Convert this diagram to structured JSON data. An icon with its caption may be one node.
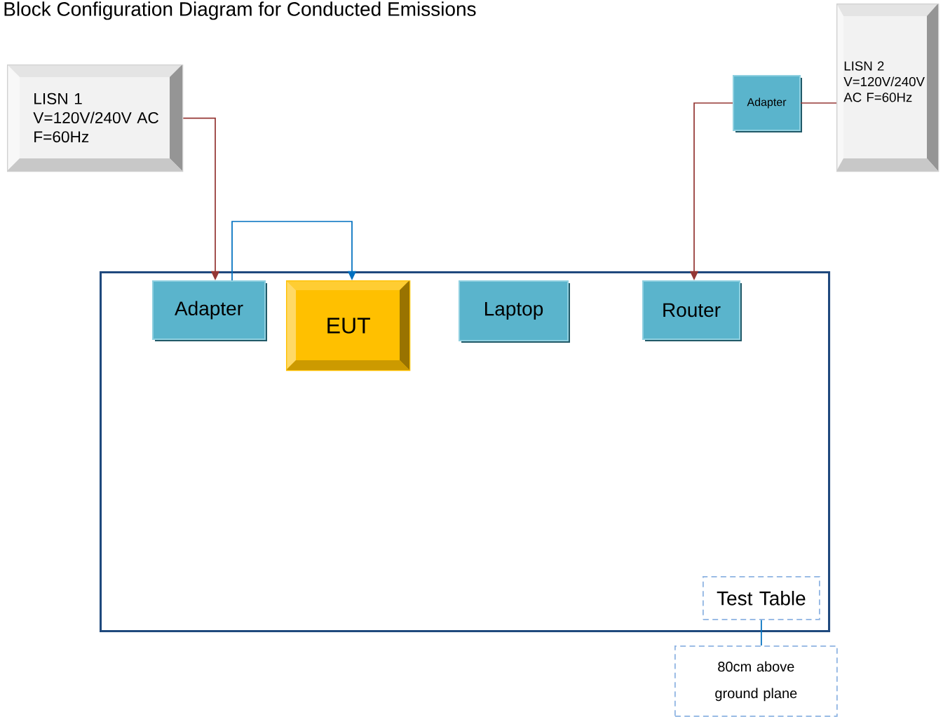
{
  "diagram": {
    "title": "Block Configuration Diagram for Conducted Emissions",
    "nodes": [
      {
        "text": [
          "LISN 1 V=120V/240V AC F=60Hz"
        ]
      },
      {
        "text": [
          "Adapter"
        ]
      },
      {
        "text": [
          "LISN 2 V=120V/240V AC F=60Hz"
        ]
      },
      {
        "text": [],
        "shape": "box"
      },
      {
        "text": [
          "Adapter"
        ],
        "in": 3
      },
      {
        "text": [
          "EUT"
        ],
        "in": 3
      },
      {
        "text": [
          "Laptop"
        ],
        "in": 3
      },
      {
        "text": [
          "Router"
        ],
        "in": 3
      },
      {
        "text": [
          "Test Table"
        ],
        "in": 3
      },
      {
        "text": [
          "80cm above ground plane"
        ]
      }
    ],
    "edges": [
      {
        "from": 0,
        "to": 4,
        "arrow": "to"
      },
      {
        "from": 2,
        "to": 1,
        "arrow": "none"
      },
      {
        "from": 1,
        "to": 7,
        "arrow": "to"
      },
      {
        "from": 4,
        "to": 5,
        "arrow": "to",
        "color": "#0070c0"
      },
      {
        "from": 8,
        "to": 9,
        "arrow": "none",
        "color": "#0070c0"
      }
    ]
  }
}
